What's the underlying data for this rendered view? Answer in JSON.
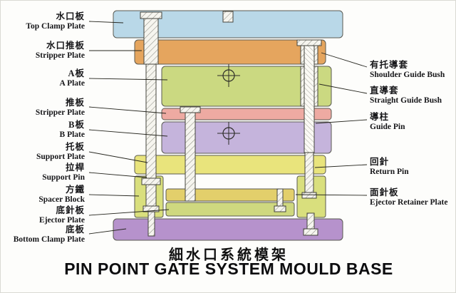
{
  "figure": {
    "title_cn": "細水口系統模架",
    "title_en": "PIN POINT GATE SYSTEM MOULD BASE"
  },
  "left_labels": [
    {
      "cn": "水口板",
      "en": "Top Clamp Plate"
    },
    {
      "cn": "水口推板",
      "en": "Stripper Plate"
    },
    {
      "cn": "A板",
      "en": "A Plate"
    },
    {
      "cn": "推板",
      "en": "Stripper Plate"
    },
    {
      "cn": "B板",
      "en": "B Plate"
    },
    {
      "cn": "托板",
      "en": "Support Plate"
    },
    {
      "cn": "拉桿",
      "en": "Support Pin"
    },
    {
      "cn": "方鐵",
      "en": "Spacer Block"
    },
    {
      "cn": "底針板",
      "en": "Ejector Plate"
    },
    {
      "cn": "底板",
      "en": "Bottom Clamp Plate"
    }
  ],
  "right_labels": [
    {
      "cn": "有托導套",
      "en": "Shoulder Guide Bush"
    },
    {
      "cn": "直導套",
      "en": "Straight Guide Bush"
    },
    {
      "cn": "導柱",
      "en": "Guide Pin"
    },
    {
      "cn": "回針",
      "en": "Return Pin"
    },
    {
      "cn": "面針板",
      "en": "Ejector Retainer Plate"
    }
  ],
  "colors": {
    "top_clamp": "#b9d8e8",
    "stripper_top": "#e5a55e",
    "a_plate": "#cbd981",
    "stripper_mid": "#eeaaa2",
    "b_plate": "#c5b4dc",
    "support_plate": "#e9e47c",
    "spacer_block": "#d9df7d",
    "ejector_retainer": "#e3cf6b",
    "ejector_plate": "#cfd87f",
    "bottom_clamp": "#b692cc"
  }
}
